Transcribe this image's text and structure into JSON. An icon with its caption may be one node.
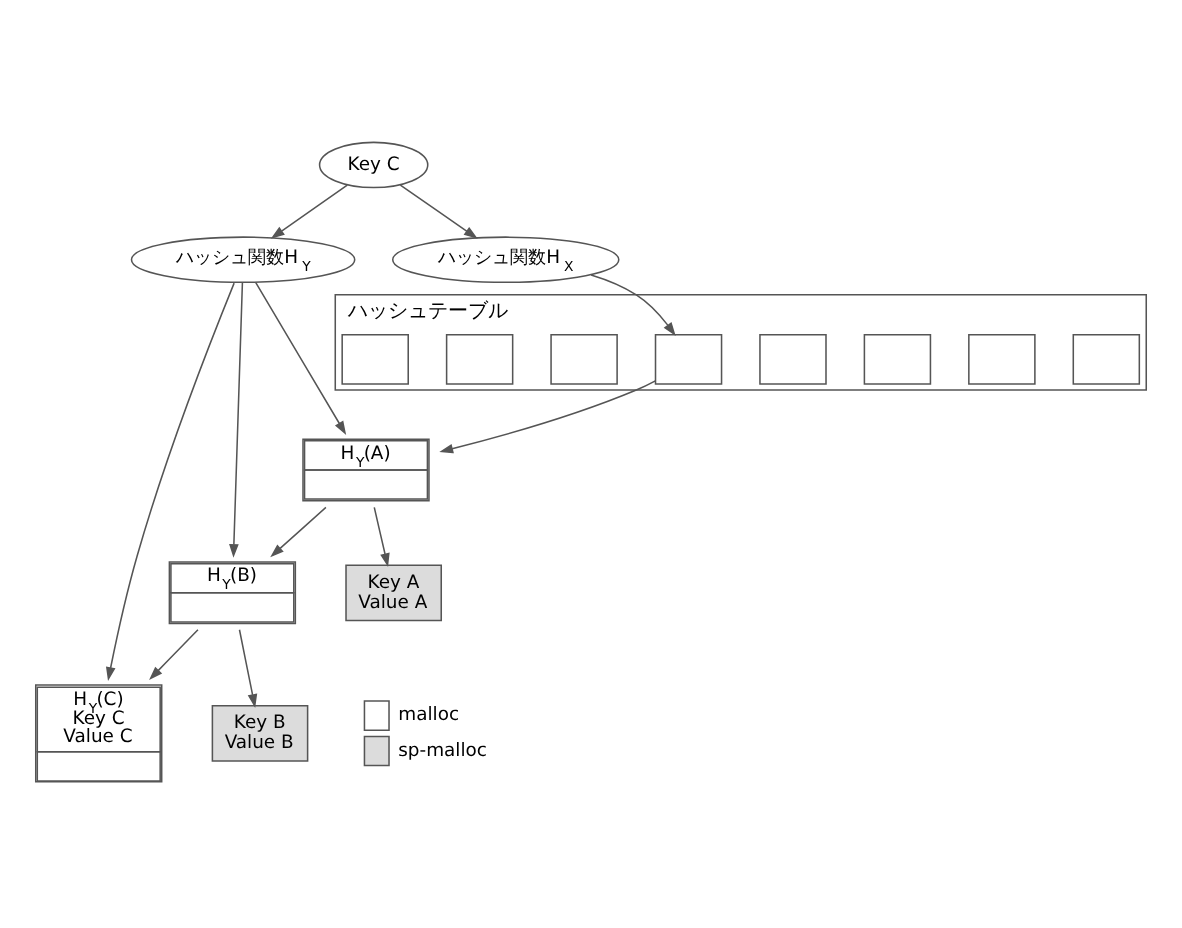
{
  "diagram": {
    "nodes": [
      {
        "text": [
          "Key C"
        ]
      },
      {
        "text": [
          "ハッシュ関数H$_{Y}$"
        ]
      },
      {
        "text": [
          "ハッシュ関数H$_{X}$"
        ]
      },
      {
        "text": [
          "ハッシュテーブル"
        ]
      },
      {
        "text": [],
        "shape": "box",
        "in": 3
      },
      {
        "text": [],
        "shape": "box",
        "in": 3
      },
      {
        "text": [],
        "shape": "box",
        "in": 3
      },
      {
        "text": [],
        "shape": "box",
        "in": 3
      },
      {
        "text": [],
        "shape": "box",
        "in": 3
      },
      {
        "text": [],
        "shape": "box",
        "in": 3
      },
      {
        "text": [],
        "shape": "box",
        "in": 3
      },
      {
        "text": [],
        "shape": "box",
        "in": 3
      },
      {
        "text": [
          "H$_{Y}$(A)"
        ]
      },
      {
        "text": [
          "Key A",
          "Value A"
        ]
      },
      {
        "text": [
          "H$_{Y}$(B)"
        ]
      },
      {
        "text": [
          "Key B",
          "Value B"
        ]
      },
      {
        "text": [
          "H$_{Y}$(C)",
          "Key C",
          "Value C"
        ]
      }
    ],
    "edges": [
      {
        "from": 0,
        "to": 1,
        "arrow": "to"
      },
      {
        "from": 0,
        "to": 2,
        "arrow": "to"
      },
      {
        "from": 2,
        "to": 7,
        "arrow": "to"
      },
      {
        "from": 7,
        "to": 12,
        "arrow": "to"
      },
      {
        "from": 1,
        "to": 12,
        "arrow": "to"
      },
      {
        "from": 12,
        "to": 13,
        "arrow": "to"
      },
      {
        "from": 12,
        "to": 14,
        "arrow": "to"
      },
      {
        "from": 1,
        "to": 14,
        "arrow": "to"
      },
      {
        "from": 14,
        "to": 15,
        "arrow": "to"
      },
      {
        "from": 14,
        "to": 16,
        "arrow": "to"
      },
      {
        "from": 1,
        "to": 16,
        "arrow": "to"
      }
    ],
    "legend": [
      {
        "text": "malloc",
        "color": "#ffffff"
      },
      {
        "text": "sp-malloc",
        "color": "#dcdcdc"
      }
    ]
  }
}
